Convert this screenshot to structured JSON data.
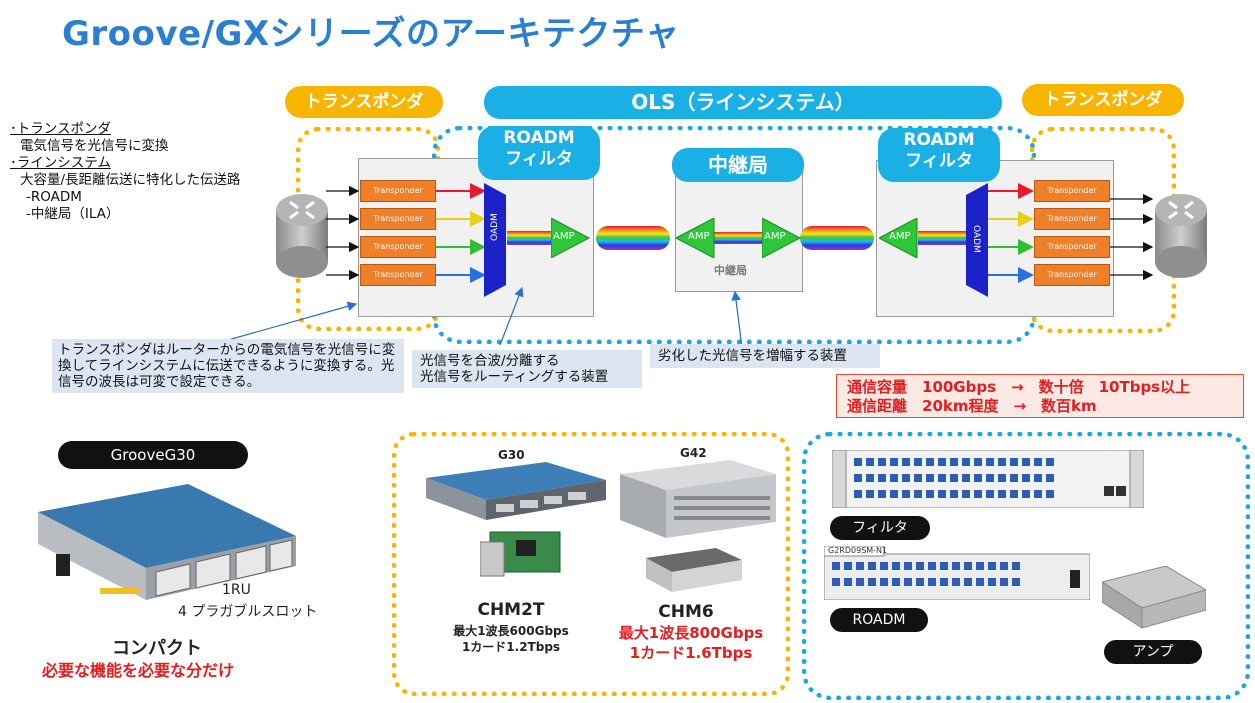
{
  "title": "Groove/GXシリーズのアーキテクチャ",
  "labels": {
    "transponder_left": "トランスポンダ",
    "transponder_right": "トランスポンダ",
    "ols": "OLS（ラインシステム）",
    "roadm_filter_left": "ROADM\nフィルタ",
    "roadm_filter_right": "ROADM\nフィルタ",
    "repeater": "中継局",
    "repeater_small": "中継局",
    "transponder_unit": "Transponder",
    "oadm": "OADM",
    "amp": "AMP"
  },
  "side_notes": {
    "line1": "･トランスポンダ",
    "line2": "電気信号を光信号に変換",
    "line3": "･ラインシステム",
    "line4": "大容量/長距離伝送に特化した伝送路",
    "line5": "-ROADM",
    "line6": "-中継局（ILA）"
  },
  "callouts": {
    "transponder": "トランスポンダはルーターからの電気信号を光信号に変換してラインシステムに伝送できるように変換する。光信号の波長は可変で設定できる。",
    "roadm": "光信号を合波/分離する\n光信号をルーティングする装置",
    "repeater": "劣化した光信号を増幅する装置"
  },
  "capacity_box": {
    "line1": "通信容量　100Gbps　→　数十倍　10Tbps以上",
    "line2": "通信距離　20km程度　→　数百km"
  },
  "groove_g30": {
    "label": "GrooveG30",
    "ru": "1RU",
    "slots": "4 プラガブルスロット",
    "compact": "コンパクト",
    "tagline": "必要な機能を必要な分だけ"
  },
  "products": {
    "g30": "G30",
    "g42": "G42",
    "chm2t_name": "CHM2T",
    "chm2t_spec1": "最大1波長600Gbps",
    "chm2t_spec2": "1カード1.2Tbps",
    "chm6_name": "CHM6",
    "chm6_spec1": "最大1波長800Gbps",
    "chm6_spec2": "1カード1.6Tbps"
  },
  "ols_products": {
    "filter": "フィルタ",
    "roadm": "ROADM",
    "amp": "アンプ",
    "roadm_model": "G2RD09SM-N1"
  },
  "colors": {
    "accent_blue": "#1ab0e6",
    "accent_yellow": "#f7b500",
    "transponder_orange": "#f07f2a",
    "alert_red": "#e02020"
  }
}
